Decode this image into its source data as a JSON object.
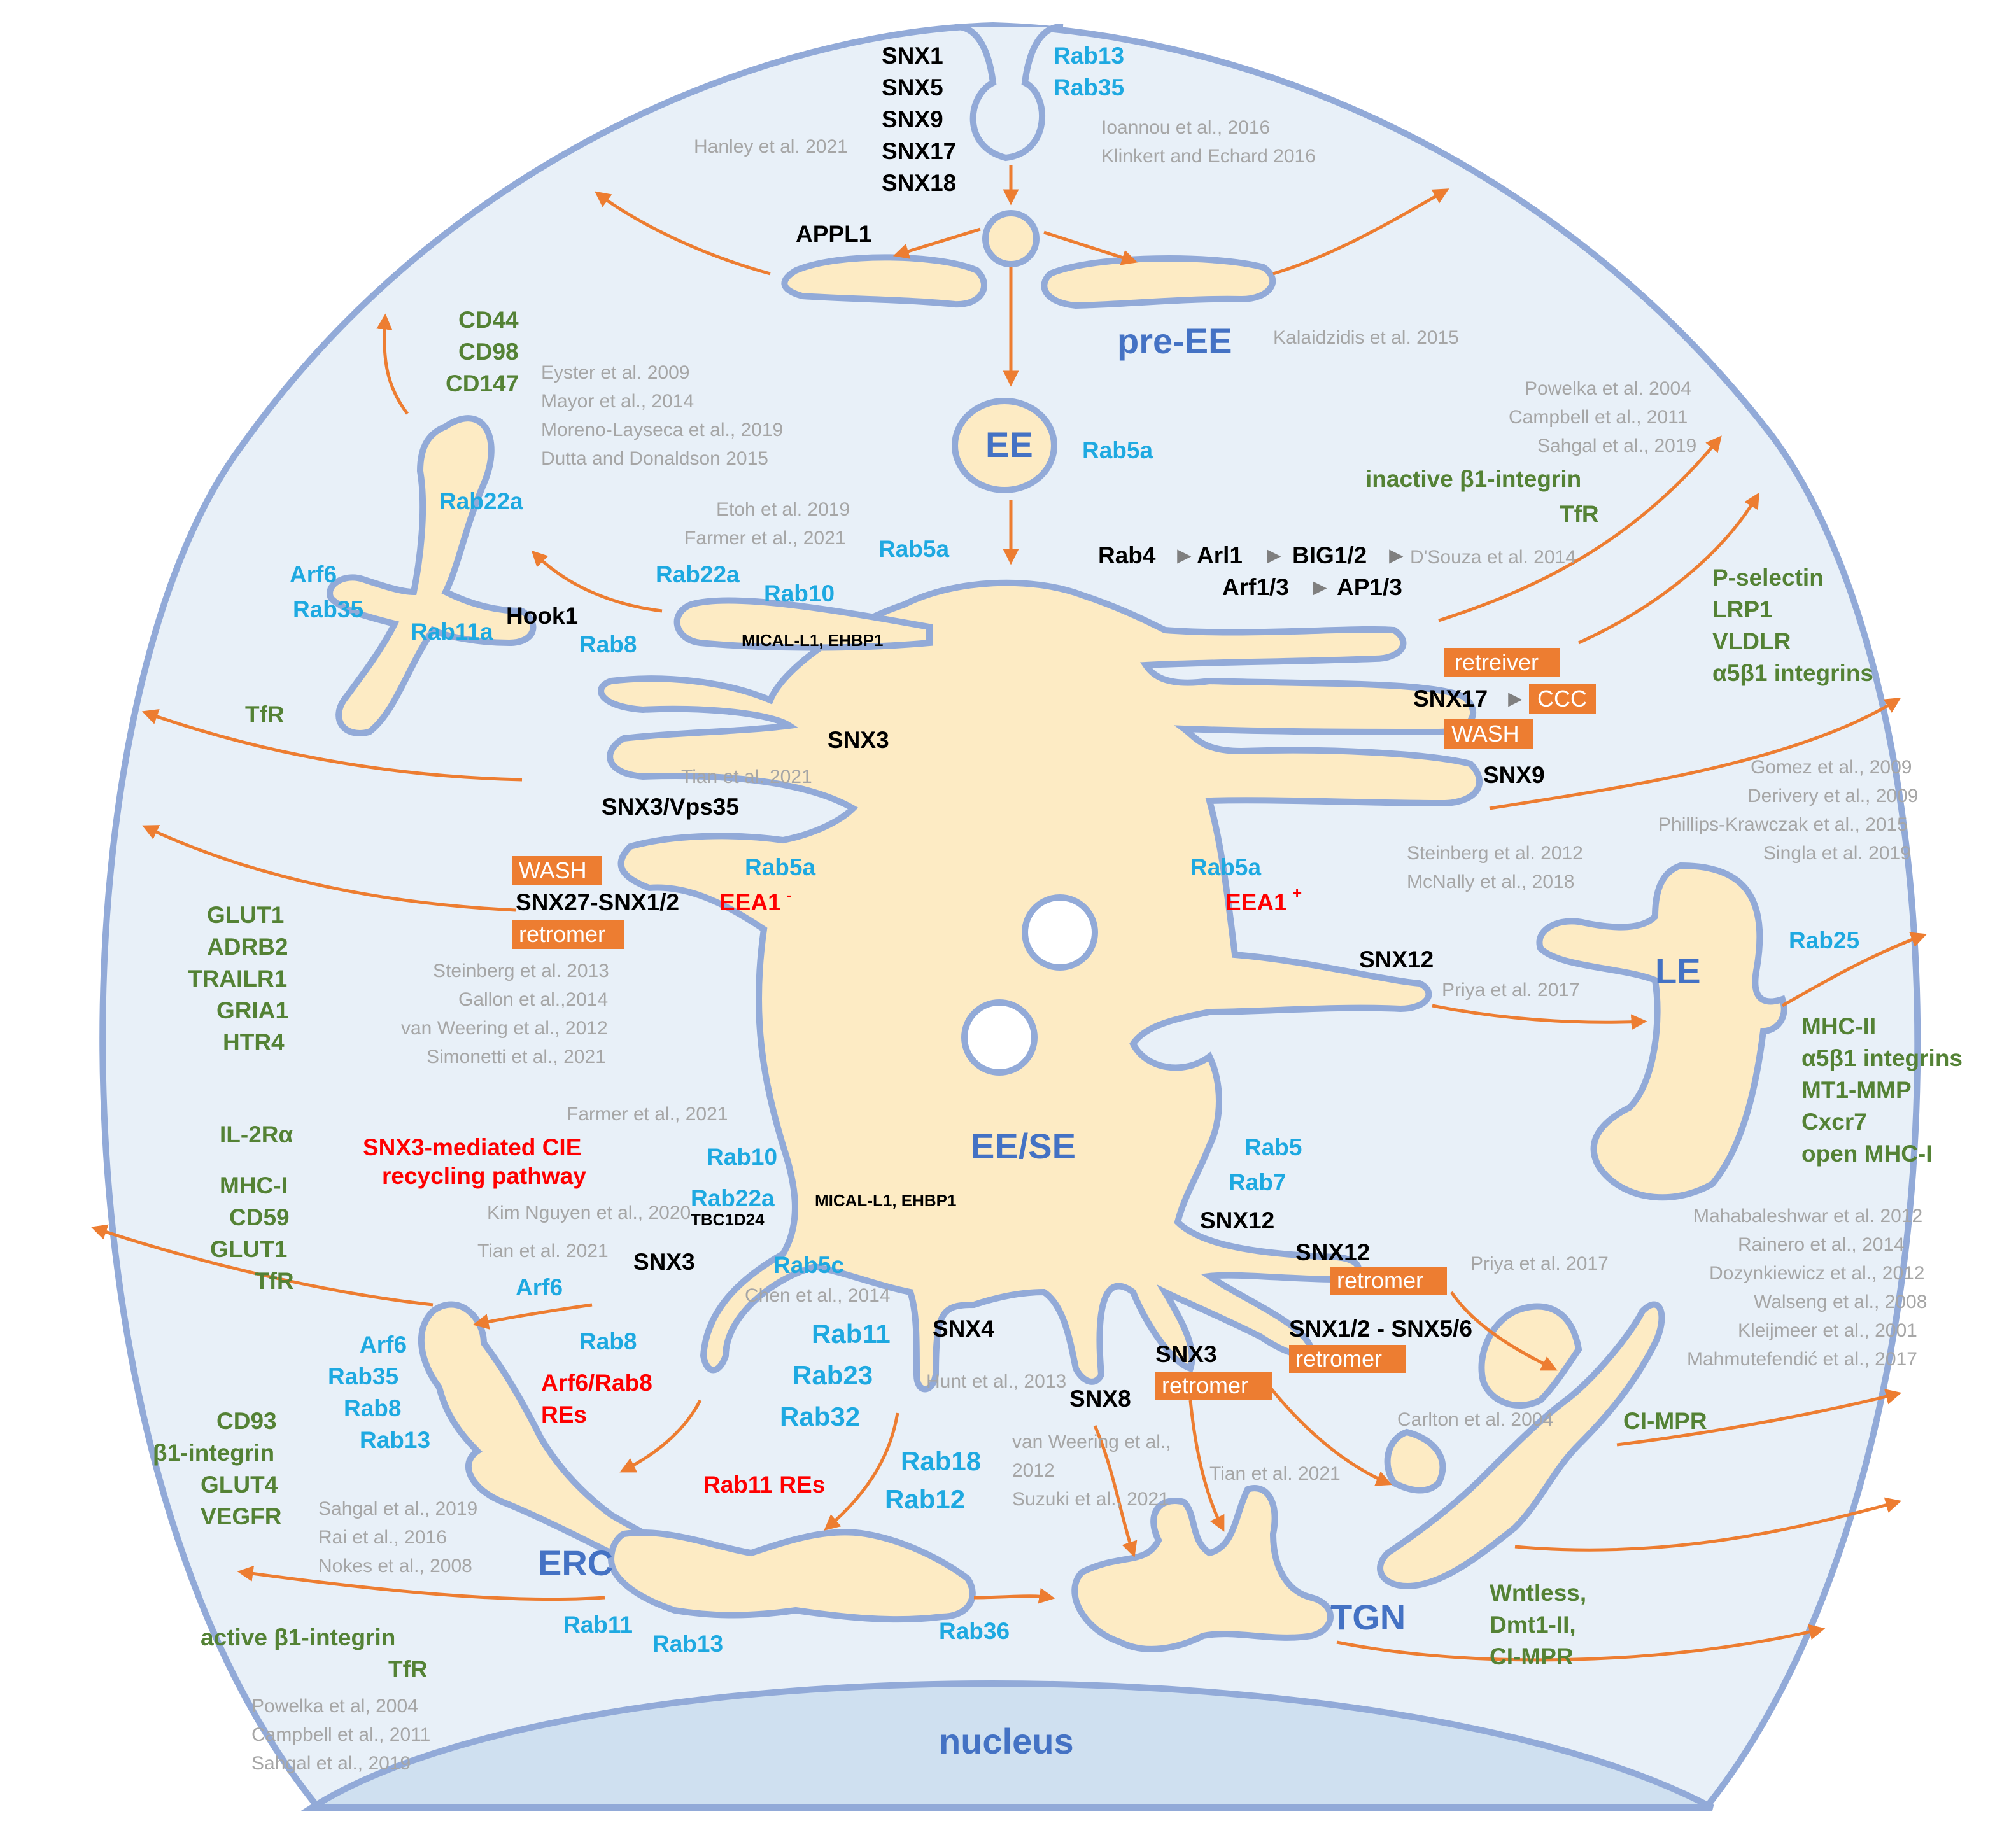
{
  "colors": {
    "cytoplasm": "#e8f0f8",
    "membrane": "#92aad8",
    "lumen": "#fdebc4",
    "nucleus": "#cfe0f0",
    "arrow": "#ed7d31",
    "rab": "#1ea9e1",
    "cargo": "#548235",
    "reference": "#a6a6a6",
    "red": "#ff0000",
    "organelle_label": "#4472c4",
    "complex_box": "#ed7d31"
  },
  "organelles": {
    "pre_ee": "pre-EE",
    "ee": "EE",
    "ee_se": "EE/SE",
    "le": "LE",
    "erc": "ERC",
    "tgn": "TGN",
    "nucleus": "nucleus"
  },
  "boxes": {
    "retreiver": "retreiver",
    "ccc": "CCC",
    "wash_right": "WASH",
    "wash_left": "WASH",
    "retromer_left": "retromer",
    "retromer_snx12": "retromer",
    "retromer_snx12_56": "retromer",
    "retromer_snx3": "retromer"
  },
  "top": {
    "snx_list": [
      "SNX1",
      "SNX5",
      "SNX9",
      "SNX17",
      "SNX18"
    ],
    "rab_list": [
      "Rab13",
      "Rab35"
    ],
    "appl1": "APPL1",
    "ref_hanley": "Hanley et al. 2021",
    "ref_ioannou": "Ioannou et al., 2016",
    "ref_klinkert": "Klinkert and Echard 2016",
    "ref_kalaidzidis": "Kalaidzidis et al. 2015",
    "ee_rab5a": "Rab5a"
  },
  "upper_left": {
    "cargo": [
      "CD44",
      "CD98",
      "CD147"
    ],
    "refs": [
      "Eyster et al. 2009",
      "Mayor et al., 2014",
      "Moreno-Layseca et al., 2019",
      "Dutta and Donaldson 2015"
    ],
    "rab22a_tub": "Rab22a",
    "arf6": "Arf6",
    "rab35": "Rab35",
    "rab11a": "Rab11a",
    "hook1": "Hook1",
    "rab8": "Rab8",
    "tfr": "TfR",
    "rab22a": "Rab22a",
    "rab10": "Rab10",
    "rab5a": "Rab5a",
    "mical_top": "MICAL-L1, EHBP1",
    "ref_etoh": "Etoh et al. 2019",
    "ref_farmer": "Farmer et al., 2021"
  },
  "upper_right": {
    "refs_powelka": [
      "Powelka et al. 2004",
      "Campbell et al., 2011",
      "Sahgal et al., 2019"
    ],
    "inactive_integrin": "inactive β1-integrin",
    "tfr": "TfR",
    "rab4": "Rab4",
    "arl1": "Arl1",
    "big12": "BIG1/2",
    "ref_dsouza": "D'Souza et al. 2014",
    "arf13": "Arf1/3",
    "ap13": "AP1/3",
    "cargo": [
      "P-selectin",
      "LRP1",
      "VLDLR",
      "α5β1 integrins"
    ],
    "snx17": "SNX17",
    "snx9": "SNX9",
    "refs_gomez": [
      "Gomez et al., 2009",
      "Derivery et al., 2009",
      "Phillips-Krawczak et al., 2015",
      "Singla et al. 2019"
    ],
    "refs_steinberg": [
      "Steinberg et al. 2012",
      "McNally et al., 2018"
    ]
  },
  "middle_left": {
    "snx3": "SNX3",
    "ref_tian": "Tian et al. 2021",
    "snx3_vps35": "SNX3/Vps35",
    "rab5a": "Rab5a",
    "snx27": "SNX27-SNX1/2",
    "eea1_minus": "EEA1",
    "eea1_minus_sup": "-",
    "cargo": [
      "GLUT1",
      "ADRB2",
      "TRAILR1",
      "GRIA1",
      "HTR4"
    ],
    "refs": [
      "Steinberg et al. 2013",
      "Gallon et al.,2014",
      "van Weering et al., 2012",
      "Simonetti et al., 2021"
    ]
  },
  "middle_right": {
    "rab5a": "Rab5a",
    "eea1_plus": "EEA1",
    "eea1_plus_sup": "+",
    "snx12": "SNX12",
    "ref_priya": "Priya et al. 2017",
    "rab25": "Rab25",
    "cargo": [
      "MHC-II",
      "α5β1 integrins",
      "MT1-MMP",
      "Cxcr7",
      "open MHC-I"
    ]
  },
  "lower_left": {
    "ref_farmer": "Farmer et al., 2021",
    "il2ra": "IL-2Rα",
    "snx3_cie": [
      "SNX3-mediated CIE",
      "recycling pathway"
    ],
    "cargo": [
      "MHC-I",
      "CD59",
      "GLUT1",
      "TfR"
    ],
    "rab10": "Rab10",
    "rab22a": "Rab22a",
    "tbc1d24": "TBC1D24",
    "mical_bottom": "MICAL-L1, EHBP1",
    "ref_kim": "Kim Nguyen et al., 2020",
    "ref_tian": "Tian et al. 2021",
    "snx3": "SNX3",
    "arf6_upper": "Arf6",
    "rab5c": "Rab5c",
    "ref_chen": "Chen et al., 2014",
    "rab8": "Rab8",
    "erc_rabs": [
      "Arf6",
      "Rab35",
      "Rab8",
      "Rab13"
    ],
    "arf6_rab8_res": [
      "Arf6/Rab8",
      "REs"
    ],
    "cargo2": [
      "CD93",
      "β1-integrin",
      "GLUT4",
      "VEGFR"
    ],
    "refs_sahgal": [
      "Sahgal et al., 2019",
      "Rai et al., 2016",
      "Nokes et al., 2008"
    ],
    "active_integrin": "active β1-integrin",
    "tfr2": "TfR",
    "refs_bottom": [
      "Powelka et al, 2004",
      "Campbell et al., 2011",
      "Sahgal et al., 2019"
    ],
    "rab11_stack": [
      "Rab11",
      "Rab23",
      "Rab32"
    ],
    "snx4": "SNX4",
    "ref_hunt": "Hunt et al., 2013",
    "rab11_res": "Rab11 REs",
    "rab18": "Rab18",
    "rab12": "Rab12",
    "rab11": "Rab11",
    "rab13": "Rab13",
    "rab36": "Rab36"
  },
  "lower_right": {
    "rab5": "Rab5",
    "rab7": "Rab7",
    "snx12_a": "SNX12",
    "snx12_b": "SNX12",
    "ref_priya": "Priya et al. 2017",
    "snx12_56": "SNX1/2 - SNX5/6",
    "snx3": "SNX3",
    "snx8": "SNX8",
    "refs_van": [
      "van Weering et al.,",
      "2012",
      "Suzuki et al., 2021"
    ],
    "ref_tian": "Tian et al. 2021",
    "ref_carlton": "Carlton et al. 2004",
    "refs_mahab": [
      "Mahabaleshwar et al. 2012",
      "Rainero et al., 2014",
      "Dozynkiewicz et al., 2012",
      "Walseng et al., 2008",
      "Kleijmeer et al., 2001",
      "Mahmutefendić et al., 2017"
    ],
    "cimpr": "CI-MPR",
    "wntless": [
      "Wntless,",
      "Dmt1-II,",
      "CI-MPR"
    ]
  }
}
